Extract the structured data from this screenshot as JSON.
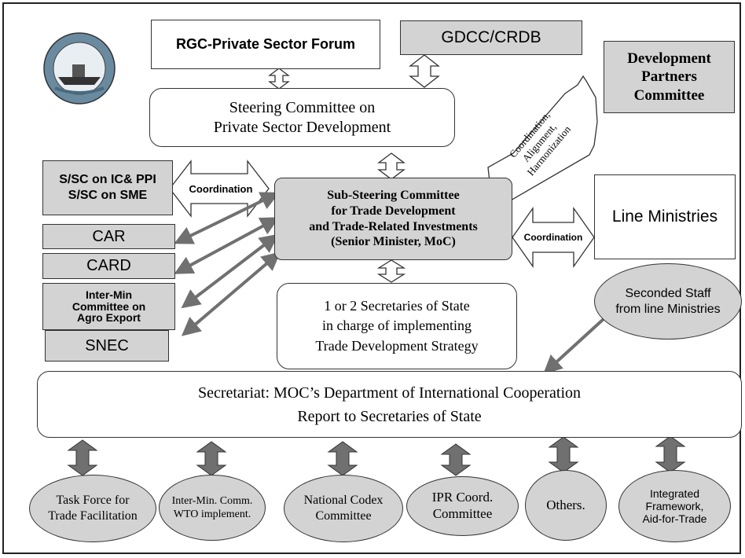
{
  "forum": "RGC-Private Sector Forum",
  "gdcc": "GDCC/CRDB",
  "dpc": [
    "Development",
    "Partners",
    "Committee"
  ],
  "steering": [
    "Steering Committee on",
    "Private Sector Development"
  ],
  "coord_arrow_text": [
    "Coordination,",
    "Alignment,",
    "Harmonization"
  ],
  "ssc_ic": [
    "S/SC on IC& PPI",
    "S/SC on SME"
  ],
  "coord_left": "Coordination",
  "coord_right": "Coordination",
  "subsc": [
    "Sub-Steering Committee",
    "for Trade Development",
    "and Trade-Related Investments",
    "(Senior Minister, MoC)"
  ],
  "line_ministries": "Line Ministries",
  "car": "CAR",
  "card": "CARD",
  "intermin": [
    "Inter-Min",
    "Committee on",
    "Agro Export"
  ],
  "snec": "SNEC",
  "seconded": [
    "Seconded Staff",
    "from line Ministries"
  ],
  "secretaries": [
    "1 or 2 Secretaries of State",
    "in charge of implementing",
    "Trade Development Strategy"
  ],
  "secretariat": [
    "Secretariat: MOC’s Department of International Cooperation",
    "Report to Secretaries of State"
  ],
  "bottom": {
    "taskforce": [
      "Task Force for",
      "Trade Facilitation"
    ],
    "wto": [
      "Inter-Min. Comm.",
      "WTO implement."
    ],
    "codex": [
      "National Codex",
      "Committee"
    ],
    "ipr": [
      "IPR Coord.",
      "Committee"
    ],
    "others": "Others.",
    "integrated": [
      "Integrated",
      "Framework,",
      "Aid-for-Trade"
    ]
  },
  "colors": {
    "grey_fill": "#d3d3d3",
    "arrow_fill": "#707070",
    "line": "#333333"
  }
}
